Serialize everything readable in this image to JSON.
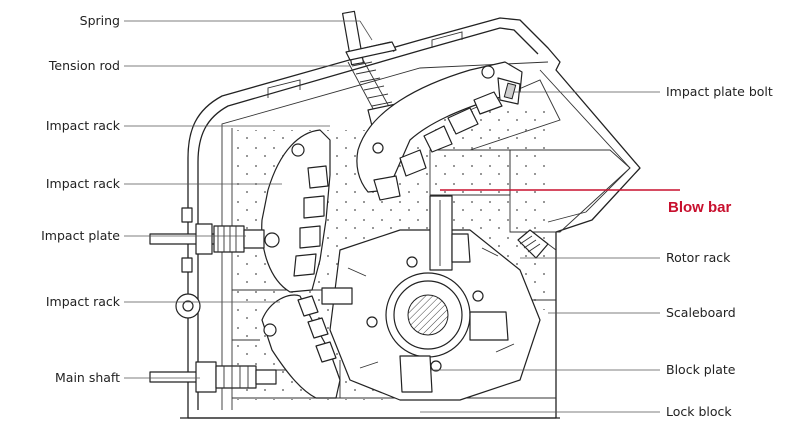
{
  "labels": {
    "spring": "Spring",
    "tension_rod": "Tension rod",
    "impact_rack_1": "Impact rack",
    "impact_rack_2": "Impact rack",
    "impact_plate": "Impact plate",
    "impact_rack_3": "Impact rack",
    "main_shaft": "Main shaft",
    "impact_plate_bolt": "Impact plate bolt",
    "blow_bar": "Blow bar",
    "rotor_rack": "Rotor rack",
    "scaleboard": "Scaleboard",
    "block_plate": "Block plate",
    "lock_block": "Lock block"
  },
  "colors": {
    "highlight": "#c8102e",
    "line": "#555555",
    "drawing": "#222222"
  }
}
